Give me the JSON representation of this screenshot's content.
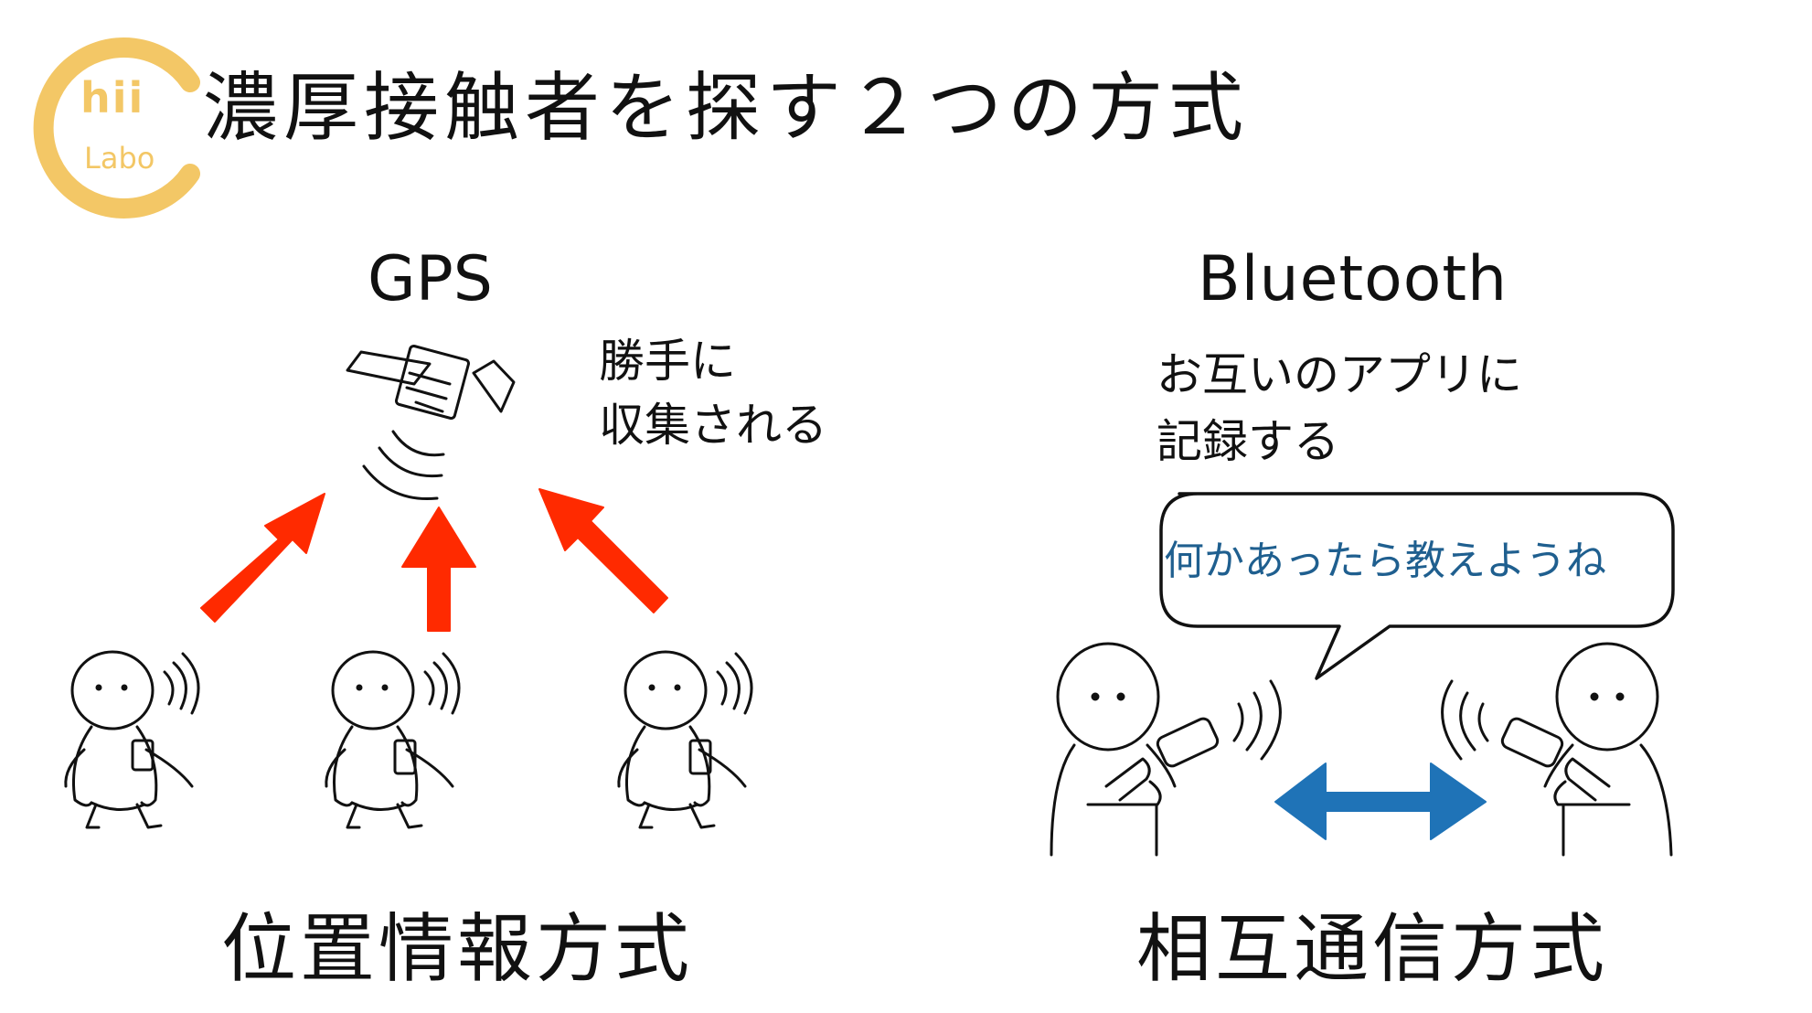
{
  "logo": {
    "word": "hii",
    "sub": "Labo",
    "color": "#f3c766"
  },
  "title": "濃厚接触者を探す２つの方式",
  "gps": {
    "heading": "GPS",
    "note_line1": "勝手に",
    "note_line2": "収集される",
    "label": "位置情報方式",
    "arrow_color": "#ff2a00"
  },
  "bluetooth": {
    "heading": "Bluetooth",
    "note_line1": "お互いのアプリに",
    "note_line2": "記録する",
    "speech": "何かあったら教えようね",
    "label": "相互通信方式",
    "arrow_color": "#1f73b7"
  },
  "icons": [
    "satellite-icon",
    "person-icon",
    "smartphone-icon",
    "signal-waves-icon",
    "speech-bubble-icon",
    "double-arrow-icon"
  ]
}
